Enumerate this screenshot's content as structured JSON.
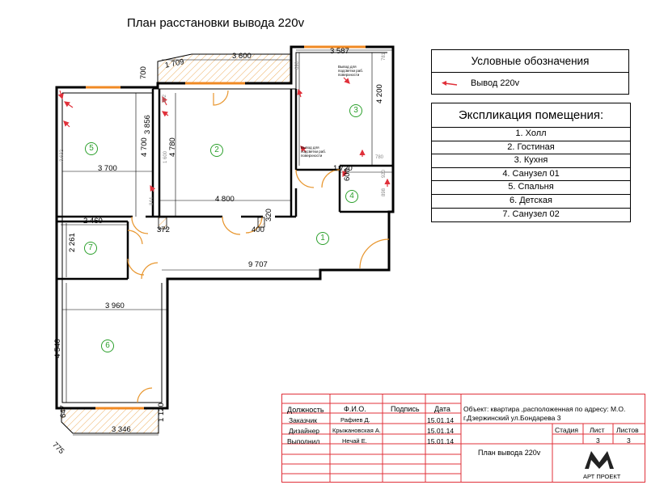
{
  "title": "План расстановки вывода 220v",
  "legend": {
    "header": "Условные обозначения",
    "outlet_label": "Вывод 220v",
    "marker_color": "#e0303a"
  },
  "explication": {
    "header": "Экспликация помещения:",
    "rooms": [
      "1. Холл",
      "2. Гостиная",
      "3. Кухня",
      "4. Санузел 01",
      "5. Спальня",
      "6. Детская",
      "7. Санузел 02"
    ]
  },
  "plan": {
    "room_numbers": [
      "1",
      "2",
      "3",
      "4",
      "5",
      "6",
      "7"
    ],
    "dimensions": [
      "1 709",
      "3 600",
      "3 587",
      "700",
      "4 200",
      "3 700",
      "4 700",
      "4 780",
      "3 856",
      "4 800",
      "1 720",
      "600",
      "2 460",
      "372",
      "400",
      "320",
      "2 261",
      "9 707",
      "3 960",
      "4 540",
      "3 346",
      "1 120",
      "647",
      "775"
    ],
    "faint_dimensions": [
      "3 632",
      "1 600",
      "892",
      "844",
      "920",
      "898",
      "780",
      "781",
      "690"
    ],
    "notes": [
      "Вывод для подсветки раб. поверхности",
      "Вывод для подсветки раб. поверхности"
    ],
    "door_color": "#e8962e",
    "window_color": "#f08a24",
    "hatch_color": "#e8962e"
  },
  "title_block": {
    "headers": {
      "position": "Должность",
      "name": "Ф.И.О.",
      "sign": "Подпись",
      "date": "Дата"
    },
    "rows": [
      {
        "position": "Заказчик",
        "name": "Рафиев Д.",
        "date": "15.01.14"
      },
      {
        "position": "Дизайнер",
        "name": "Крыжановская А.",
        "date": "15.01.14"
      },
      {
        "position": "Выполнил",
        "name": "Нечай Е.",
        "date": "15.01.14"
      }
    ],
    "object_line1": "Объект: квартира ,расположенная по адресу: М.О.",
    "object_line2": "г.Дзержинский ул.Бондарева 3",
    "stage_label": "Стадия",
    "sheet_label": "Лист",
    "sheets_label": "Листов",
    "sheet_value": "3",
    "sheets_value": "3",
    "drawing_name": "План вывода 220v",
    "company": "АРТ ПРОЕКТ",
    "frame_color": "#e0303a"
  }
}
